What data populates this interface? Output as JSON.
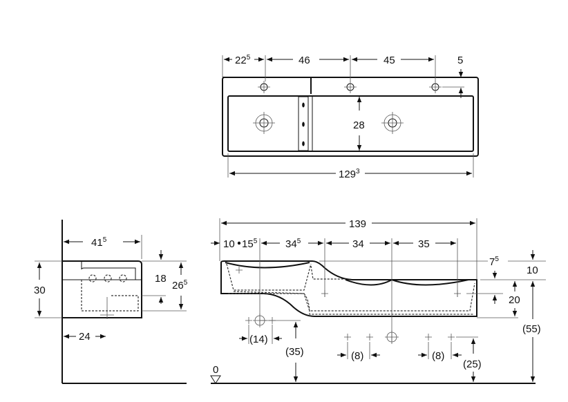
{
  "top_view": {
    "dim_tap1_offset": {
      "main": "22",
      "sup": "5"
    },
    "dim_tap_spacing_1": {
      "main": "46",
      "sup": ""
    },
    "dim_tap_spacing_2": {
      "main": "45",
      "sup": ""
    },
    "dim_tap_edge": {
      "main": "5",
      "sup": ""
    },
    "dim_basin_depth": {
      "main": "28",
      "sup": ""
    },
    "dim_inner_width": {
      "main": "129",
      "sup": "3"
    }
  },
  "side_view": {
    "dim_depth": {
      "main": "41",
      "sup": "5"
    },
    "dim_height": {
      "main": "30",
      "sup": ""
    },
    "dim_upper": {
      "main": "18",
      "sup": ""
    },
    "dim_lower": {
      "main": "26",
      "sup": "5"
    },
    "dim_drain": {
      "main": "24",
      "sup": ""
    }
  },
  "front_view": {
    "dim_total_width": {
      "main": "139",
      "sup": ""
    },
    "dim_a": {
      "main": "10",
      "sup": ""
    },
    "dim_b": {
      "main": "15",
      "sup": "5"
    },
    "dim_c": {
      "main": "34",
      "sup": "5"
    },
    "dim_d": {
      "main": "34",
      "sup": ""
    },
    "dim_e": {
      "main": "35",
      "sup": ""
    },
    "dim_f": {
      "main": "7",
      "sup": "5"
    },
    "dim_g": {
      "main": "10",
      "sup": ""
    },
    "dim_h": {
      "main": "20",
      "sup": ""
    },
    "dim_mount_height": {
      "main": "(55)",
      "sup": ""
    },
    "dim_drain_spacing": {
      "main": "(14)",
      "sup": ""
    },
    "dim_drain_height": {
      "main": "(35)",
      "sup": ""
    },
    "dim_fix_1": {
      "main": "(8)",
      "sup": ""
    },
    "dim_fix_2": {
      "main": "(8)",
      "sup": ""
    },
    "dim_fix_height": {
      "main": "(25)",
      "sup": ""
    },
    "floor_level": {
      "main": "0",
      "sup": ""
    }
  }
}
